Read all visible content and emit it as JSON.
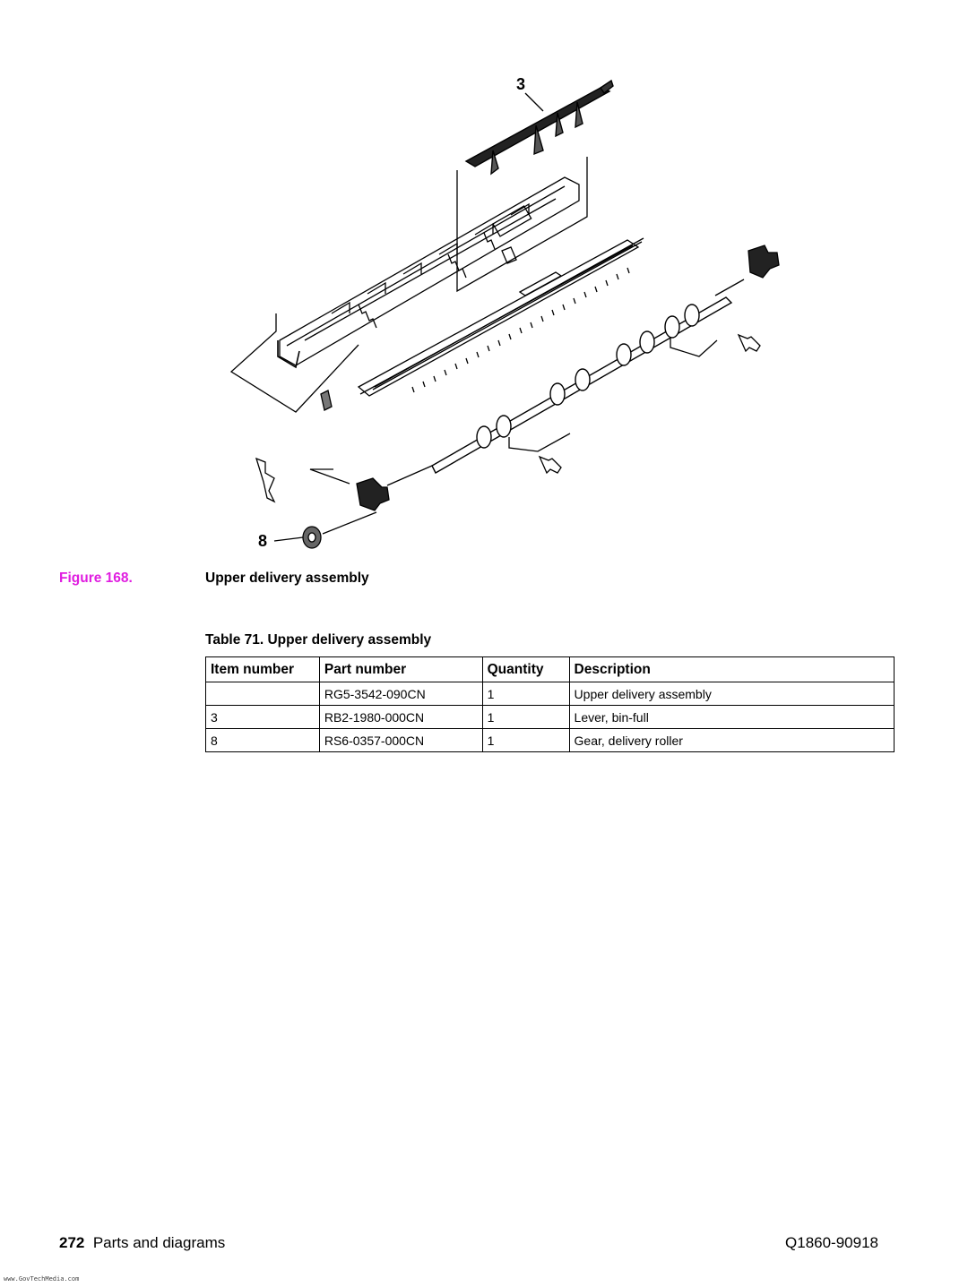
{
  "figure": {
    "label": "Figure 168.",
    "title": "Upper delivery assembly",
    "callouts": [
      "3",
      "8"
    ]
  },
  "table": {
    "title": "Table 71. Upper delivery assembly",
    "headers": [
      "Item number",
      "Part number",
      "Quantity",
      "Description"
    ],
    "rows": [
      [
        "",
        "RG5-3542-090CN",
        "1",
        "Upper delivery assembly"
      ],
      [
        "3",
        "RB2-1980-000CN",
        "1",
        "Lever, bin-full"
      ],
      [
        "8",
        "RS6-0357-000CN",
        "1",
        "Gear, delivery roller"
      ]
    ]
  },
  "footer": {
    "page_number": "272",
    "section": "Parts and diagrams",
    "doc_number": "Q1860-90918"
  },
  "watermark": "www.GovTechMedia.com",
  "colors": {
    "figure_label": "#e01ee0"
  }
}
